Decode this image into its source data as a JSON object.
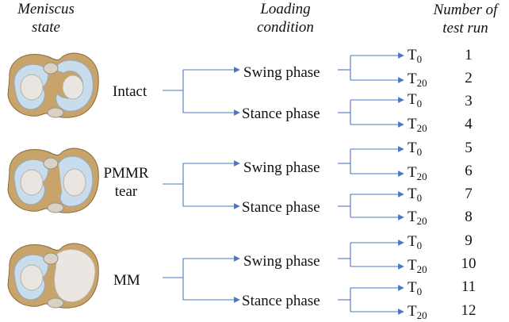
{
  "headers": {
    "meniscus_state": [
      "Meniscus",
      "state"
    ],
    "loading_condition": [
      "Loading",
      "condition"
    ],
    "test_run": [
      "Number of",
      "test run"
    ]
  },
  "states": [
    {
      "label_lines": [
        "Intact"
      ],
      "image": "intact-meniscus-knee-illustration"
    },
    {
      "label_lines": [
        "PMMR",
        "tear"
      ],
      "image": "pmmr-tear-meniscus-knee-illustration"
    },
    {
      "label_lines": [
        "MM"
      ],
      "image": "medial-meniscectomy-knee-illustration"
    }
  ],
  "phases": [
    "Swing phase",
    "Stance phase"
  ],
  "time_points": [
    {
      "base": "T",
      "sub": "0"
    },
    {
      "base": "T",
      "sub": "20"
    }
  ],
  "runs": [
    "1",
    "2",
    "3",
    "4",
    "5",
    "6",
    "7",
    "8",
    "9",
    "10",
    "11",
    "12"
  ],
  "colors": {
    "arrow": "#4a78c2",
    "text": "#111111"
  }
}
